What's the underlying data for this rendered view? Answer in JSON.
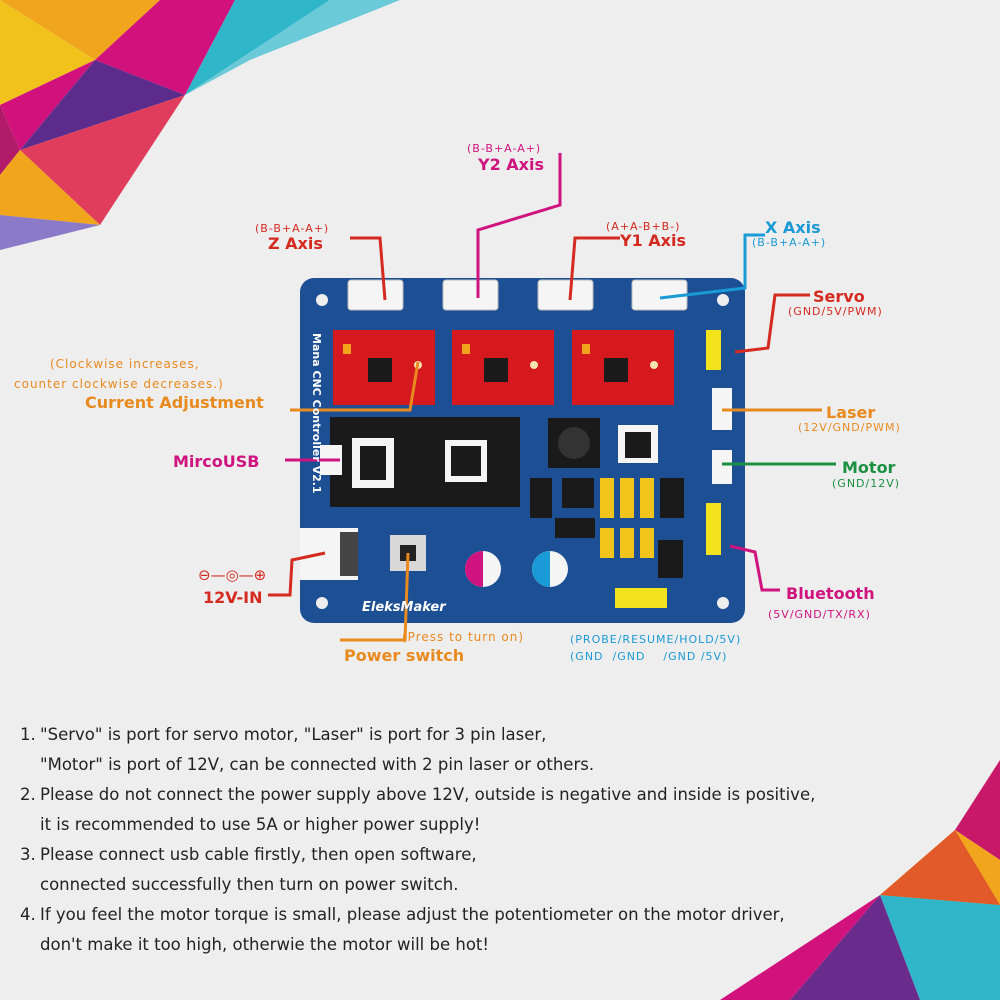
{
  "colors": {
    "background": "#eeeeee",
    "board": "#1d4f94",
    "driver": "#d6191e",
    "red": "#d42a20",
    "magenta": "#cf137f",
    "orange": "#e98a1e",
    "blue": "#1a9ad6",
    "green": "#1a9040",
    "yellow": "#f2e31c"
  },
  "board": {
    "title": "Mana CNC Controller V2.1",
    "brand": "EleksMaker"
  },
  "labels": {
    "y2_axis": {
      "pins": "(B-B+A-A+)",
      "name": "Y2 Axis"
    },
    "z_axis": {
      "pins": "(B-B+A-A+)",
      "name": "Z Axis"
    },
    "y1_axis": {
      "pins": "(A+A-B+B-)",
      "name": "Y1 Axis"
    },
    "x_axis": {
      "name": "X Axis",
      "pins": "(B-B+A-A+)"
    },
    "servo": {
      "name": "Servo",
      "pins": "(GND/5V/PWM)"
    },
    "laser": {
      "name": "Laser",
      "pins": "(12V/GND/PWM)"
    },
    "motor": {
      "name": "Motor",
      "pins": "(GND/12V)"
    },
    "bluetooth": {
      "name": "Bluetooth",
      "pins": "(5V/GND/TX/RX)"
    },
    "current": {
      "note1": "(Clockwise increases,",
      "note2": "counter clockwise decreases.)",
      "name": "Current Adjustment"
    },
    "microusb": {
      "name": "MircoUSB"
    },
    "power_in": {
      "symbol": "⊖—◎—⊕",
      "name": "12V-IN"
    },
    "power_switch": {
      "note": "(Press to turn on)",
      "name": "Power switch"
    },
    "probe": {
      "line1": "(PROBE/RESUME/HOLD/5V)",
      "line2": "(GND  /GND    /GND /5V)"
    }
  },
  "notes": [
    {
      "num": "1.",
      "lines": [
        "\"Servo\" is port for servo motor, \"Laser\" is port for 3 pin laser,",
        "\"Motor\" is port of 12V, can be connected with 2 pin laser or others."
      ]
    },
    {
      "num": "2.",
      "lines": [
        "Please do not connect the power supply above 12V, outside is negative and inside is positive,",
        "it is recommended to use 5A or higher power supply!"
      ]
    },
    {
      "num": "3.",
      "lines": [
        "Please connect usb cable firstly, then open software,",
        "connected successfully then turn on power switch."
      ]
    },
    {
      "num": "4.",
      "lines": [
        "If you feel the motor torque is small, please adjust the potentiometer on the motor driver,",
        "don't make it too high, otherwie the motor will be hot!"
      ]
    }
  ]
}
